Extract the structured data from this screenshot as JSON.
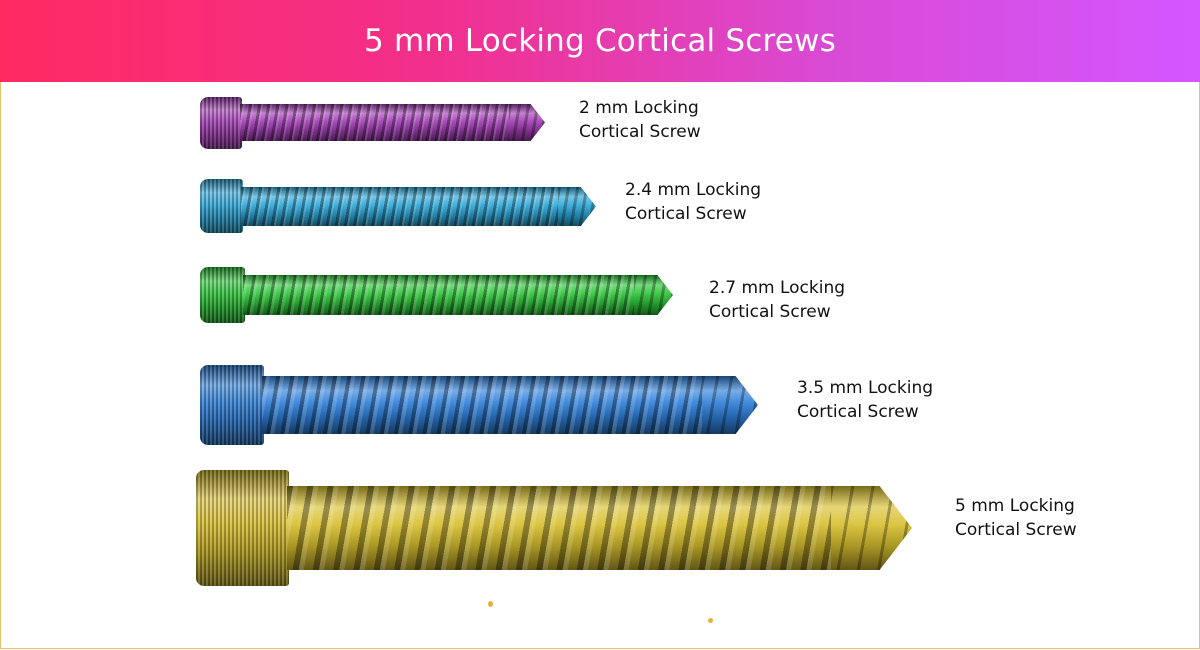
{
  "header": {
    "title": "5 mm Locking Cortical Screws"
  },
  "screws": [
    {
      "line1": "2 mm Locking",
      "line2": "Cortical Screw",
      "color": "#a23fb4"
    },
    {
      "line1": "2.4 mm Locking",
      "line2": "Cortical Screw",
      "color": "#2fa8d8"
    },
    {
      "line1": "2.7 mm Locking",
      "line2": "Cortical Screw",
      "color": "#2fc43a"
    },
    {
      "line1": "3.5 mm Locking",
      "line2": "Cortical Screw",
      "color": "#2f7fd8"
    },
    {
      "line1": "5 mm Locking",
      "line2": "Cortical Screw",
      "color": "#d8c030"
    }
  ]
}
